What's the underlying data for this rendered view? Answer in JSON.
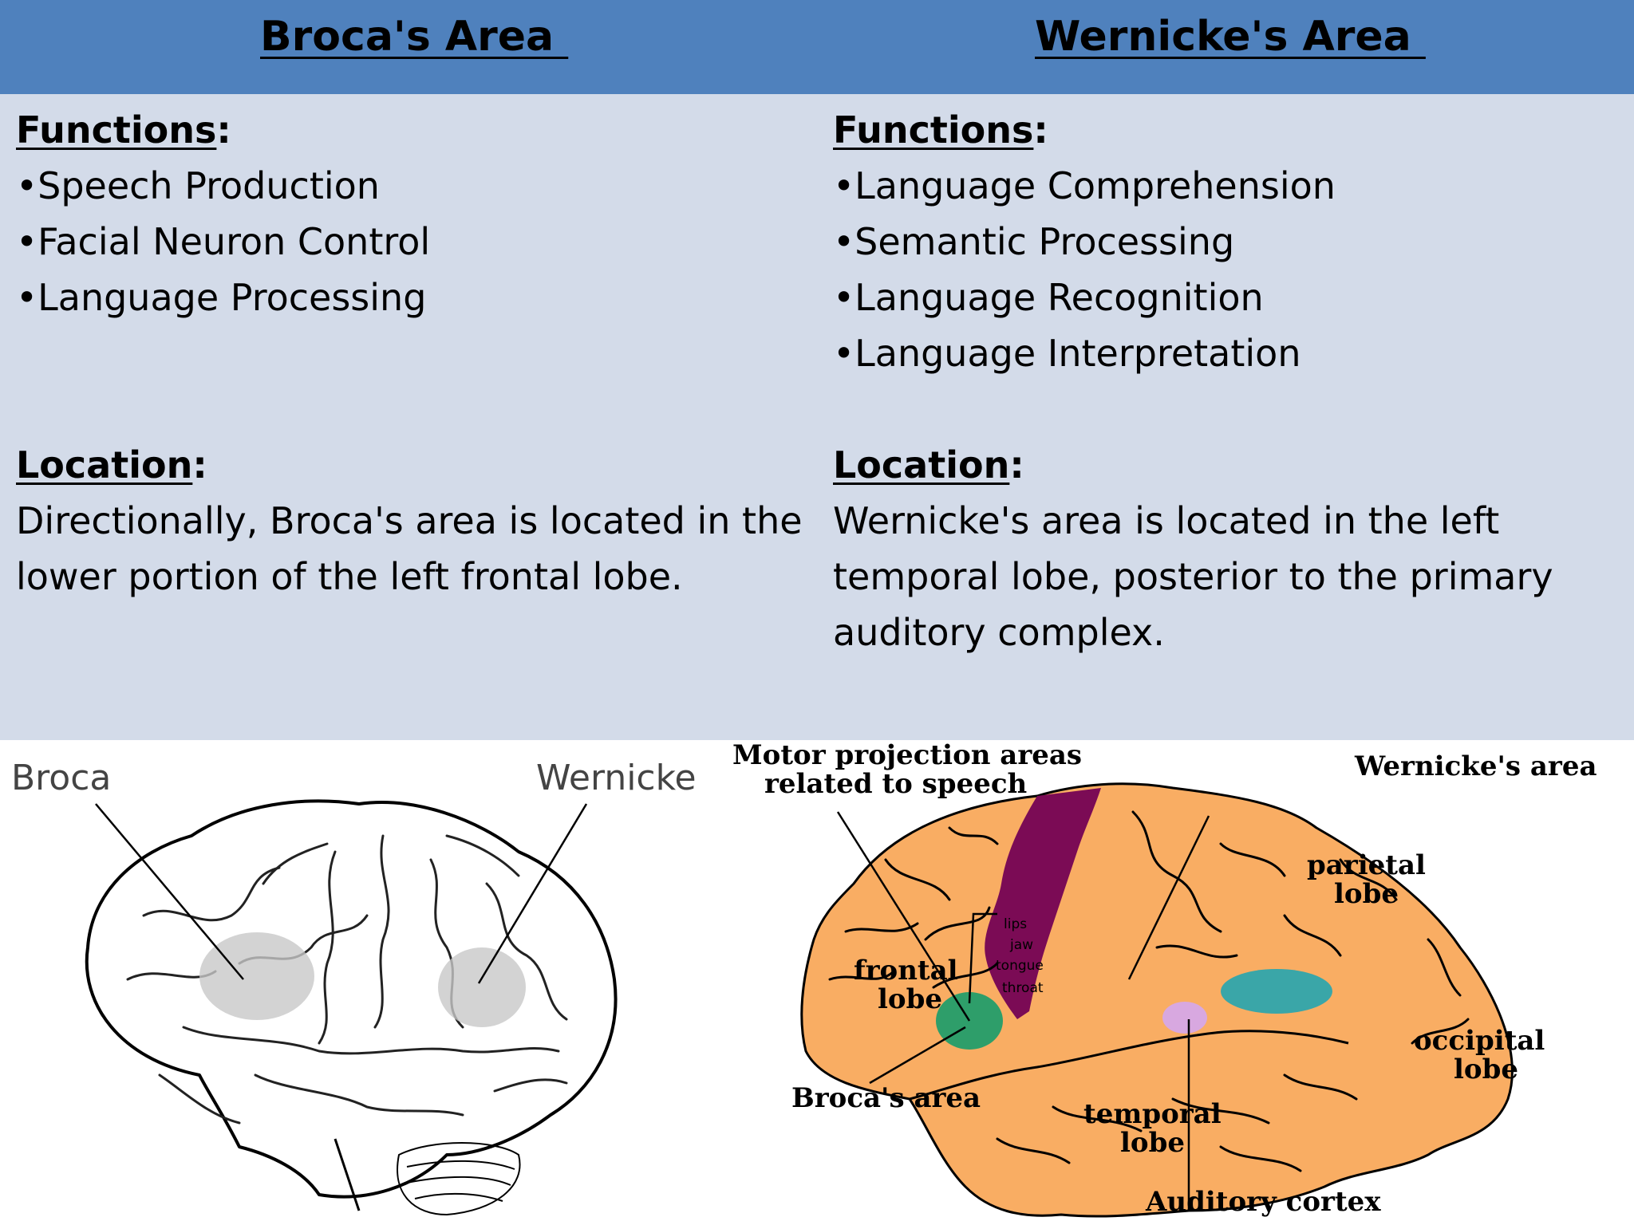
{
  "header": {
    "left_title": "Broca's Area ",
    "right_title": "Wernicke's Area "
  },
  "broca": {
    "functions_heading": "Functions",
    "functions": [
      "•Speech Production",
      "•Facial Neuron Control",
      "•Language Processing"
    ],
    "location_heading": "Location",
    "location_lines": [
      "Directionally, Broca's area is located in the",
      "lower portion of the left frontal lobe."
    ]
  },
  "wernicke": {
    "functions_heading": "Functions",
    "functions": [
      "•Language Comprehension",
      "•Semantic Processing",
      "•Language Recognition",
      "•Language Interpretation"
    ],
    "location_heading": "Location",
    "location_lines": [
      "Wernicke's area is located in the left",
      "temporal lobe, posterior to the primary",
      "auditory complex."
    ]
  },
  "left_diagram": {
    "broca_label": "Broca",
    "wernicke_label": "Wernicke"
  },
  "right_diagram": {
    "motor_label_1": "Motor projection areas",
    "motor_label_2": "related to speech",
    "wernicke_label": "Wernicke's area",
    "parietal_1": "parietal",
    "parietal_2": "lobe",
    "frontal_1": "frontal",
    "frontal_2": "lobe",
    "occipital_1": "occipital",
    "occipital_2": "lobe",
    "temporal_1": "temporal",
    "temporal_2": "lobe",
    "broca_label": "Broca's area",
    "auditory_label": "Auditory cortex",
    "motor_parts": [
      "lips",
      "jaw",
      "tongue",
      "throat"
    ]
  },
  "colors": {
    "header": "#4f81bd",
    "panel": "#d3dbe9",
    "brain_orange": "#f9ad63",
    "motor_purple": "#7b0b55",
    "broca_green": "#2e9e6a",
    "wernicke_teal": "#3aa6a8",
    "auditory_pink": "#d8a8e0"
  }
}
